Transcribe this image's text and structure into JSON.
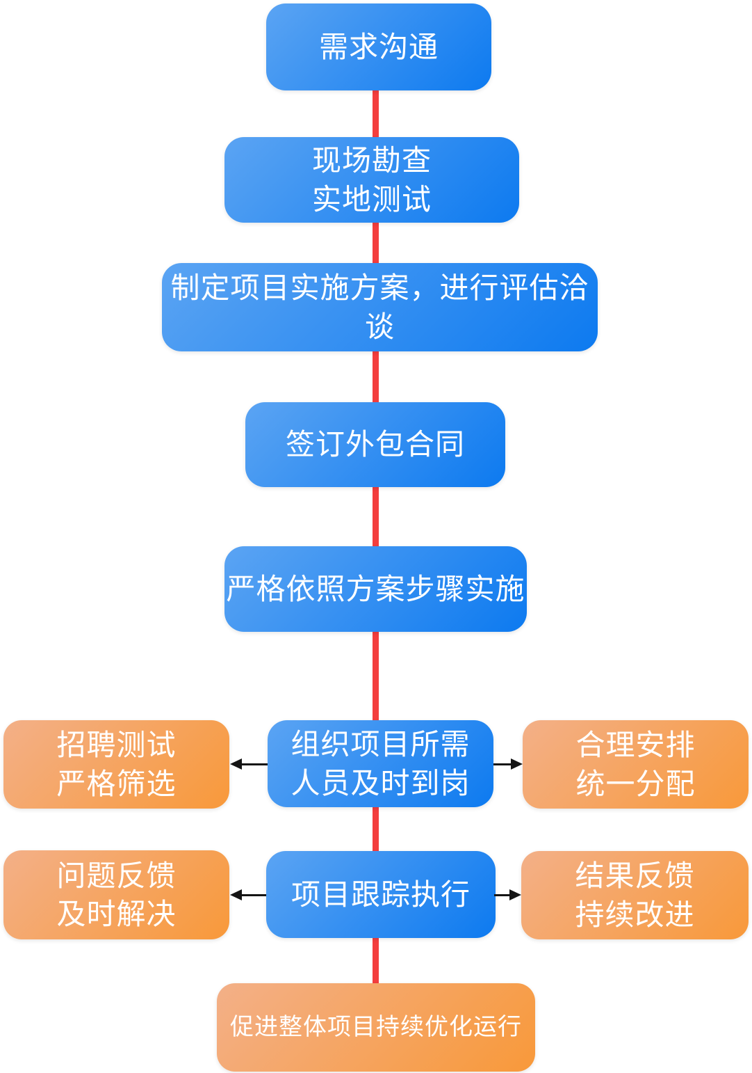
{
  "palette": {
    "blue_gradient_start": "#5ba4f3",
    "blue_gradient_end": "#0d7af0",
    "orange_gradient_start": "#f3b088",
    "orange_gradient_end": "#f8993a",
    "connector_red": "#f33e3e",
    "arrow_black": "#141414",
    "node_text": "#ffffff"
  },
  "nodes": {
    "step1": {
      "label": "需求沟通"
    },
    "step2": {
      "label": "现场勘查\n实地测试"
    },
    "step3": {
      "label": "制定项目实施方案，进行评估洽谈"
    },
    "step4": {
      "label": "签订外包合同"
    },
    "step5": {
      "label": "严格依照方案步骤实施"
    },
    "staffing_center": {
      "label": "组织项目所需\n人员及时到岗"
    },
    "recruitment_left": {
      "label": "招聘测试\n严格筛选"
    },
    "allocation_right": {
      "label": "合理安排\n统一分配"
    },
    "tracking_center": {
      "label": "项目跟踪执行"
    },
    "feedback_left": {
      "label": "问题反馈\n及时解决"
    },
    "feedback_right": {
      "label": "结果反馈\n持续改进"
    },
    "footer": {
      "label": "促进整体项目持续优化运行"
    }
  }
}
